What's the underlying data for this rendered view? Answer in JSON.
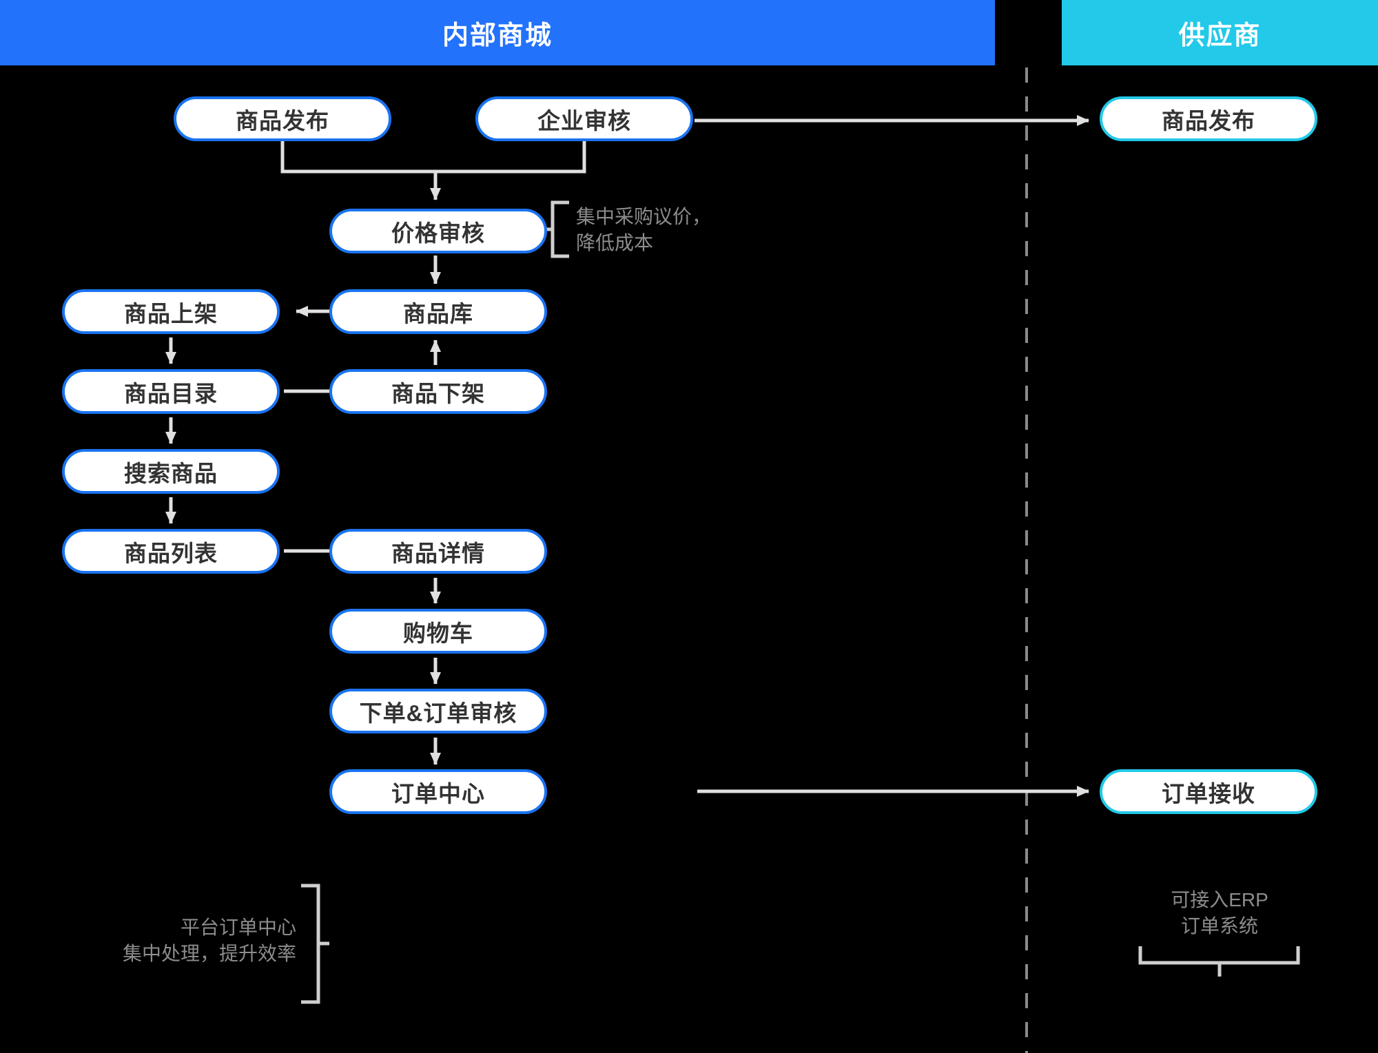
{
  "lanes": [
    {
      "id": "internal",
      "label": "内部商城",
      "color": "#2272fb"
    },
    {
      "id": "supplier",
      "label": "供应商",
      "color": "#22c9e8"
    }
  ],
  "colors": {
    "background": "#000000",
    "internal_accent": "#2272fb",
    "supplier_accent": "#22c9e8",
    "node_border_internal": "#1a73f0",
    "node_border_supplier": "#22c9e8",
    "node_fill": "#ffffff",
    "node_text": "#333333",
    "connector": "#e0e0e0",
    "annotation_text": "#8c8c8c",
    "divider": "#8a8a8a"
  },
  "nodes": {
    "publish_internal": "商品发布",
    "enterprise_review": "企业审核",
    "price_review": "价格审核",
    "product_listing": "商品上架",
    "product_library": "商品库",
    "product_catalog": "商品目录",
    "product_delist": "商品下架",
    "search_product": "搜索商品",
    "product_list": "商品列表",
    "product_detail": "商品详情",
    "shopping_cart": "购物车",
    "place_order_review": "下单&订单审核",
    "order_center": "订单中心",
    "publish_supplier": "商品发布",
    "order_receive": "订单接收"
  },
  "annotations": {
    "price_note": {
      "line1": "集中采购议价，",
      "line2": "降低成本"
    },
    "order_center_note": {
      "line1": "平台订单中心",
      "line2": "集中处理，提升效率"
    },
    "erp_note": {
      "line1": "可接入ERP",
      "line2": "订单系统"
    }
  },
  "flows": [
    {
      "from": "publish_internal",
      "to": "price_review"
    },
    {
      "from": "enterprise_review",
      "to": "price_review"
    },
    {
      "from": "enterprise_review",
      "to": "publish_supplier"
    },
    {
      "from": "price_review",
      "to": "product_library"
    },
    {
      "from": "product_library",
      "to": "product_listing"
    },
    {
      "from": "product_listing",
      "to": "product_catalog"
    },
    {
      "from": "product_catalog",
      "to": "product_delist"
    },
    {
      "from": "product_delist",
      "to": "product_library"
    },
    {
      "from": "product_catalog",
      "to": "search_product"
    },
    {
      "from": "search_product",
      "to": "product_list"
    },
    {
      "from": "product_list",
      "to": "product_detail"
    },
    {
      "from": "product_detail",
      "to": "shopping_cart"
    },
    {
      "from": "shopping_cart",
      "to": "place_order_review"
    },
    {
      "from": "place_order_review",
      "to": "order_center"
    },
    {
      "from": "order_center",
      "to": "order_receive"
    }
  ]
}
